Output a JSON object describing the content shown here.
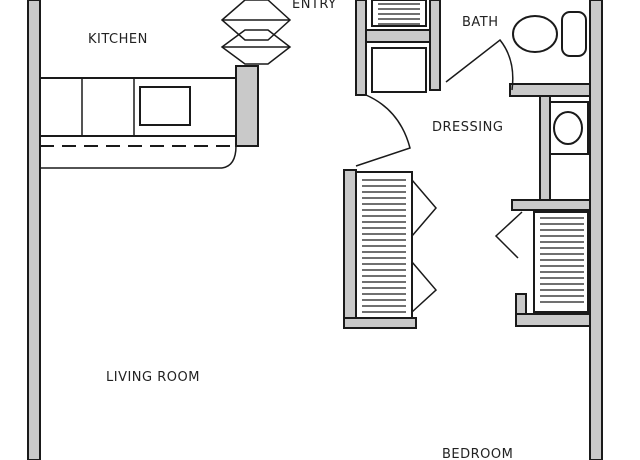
{
  "rooms": {
    "kitchen": "KITCHEN",
    "entry": "ENTRY",
    "bath": "BATH",
    "dressing": "DRESSING",
    "living_room": "LIVING ROOM",
    "bedroom": "BEDROOM"
  }
}
